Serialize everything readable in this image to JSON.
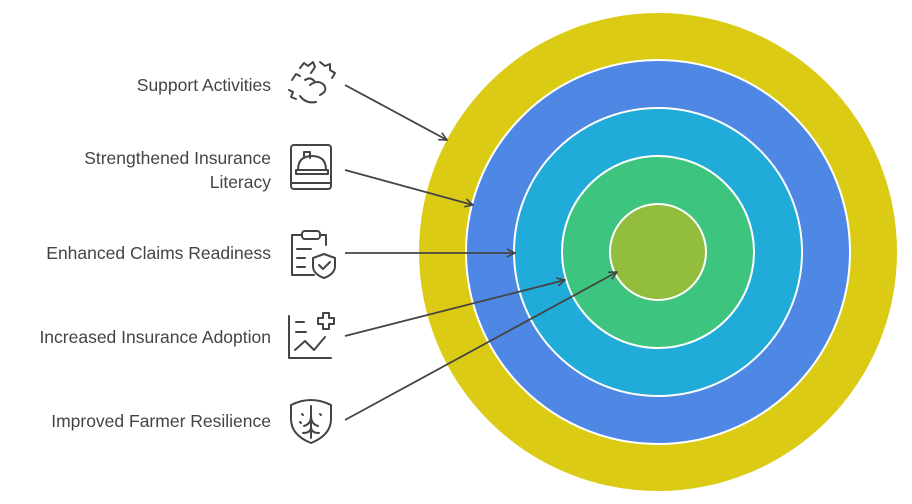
{
  "items": [
    {
      "label": "Support Activities",
      "icon": "handshake-icon"
    },
    {
      "label_line1": "Strengthened Insurance",
      "label_line2": "Literacy",
      "icon": "insurance-book-icon"
    },
    {
      "label": "Enhanced Claims Readiness",
      "icon": "clipboard-shield-icon"
    },
    {
      "label": "Increased Insurance Adoption",
      "icon": "growth-chart-plus-icon"
    },
    {
      "label": "Improved Farmer Resilience",
      "icon": "shield-plant-icon"
    }
  ],
  "colors": {
    "ring1": "#DCCB14",
    "ring2": "#4F87E4",
    "ring3": "#20ABD8",
    "ring4": "#3DC47E",
    "ring5": "#93BD3C",
    "text": "#444444",
    "arrow": "#444444"
  }
}
